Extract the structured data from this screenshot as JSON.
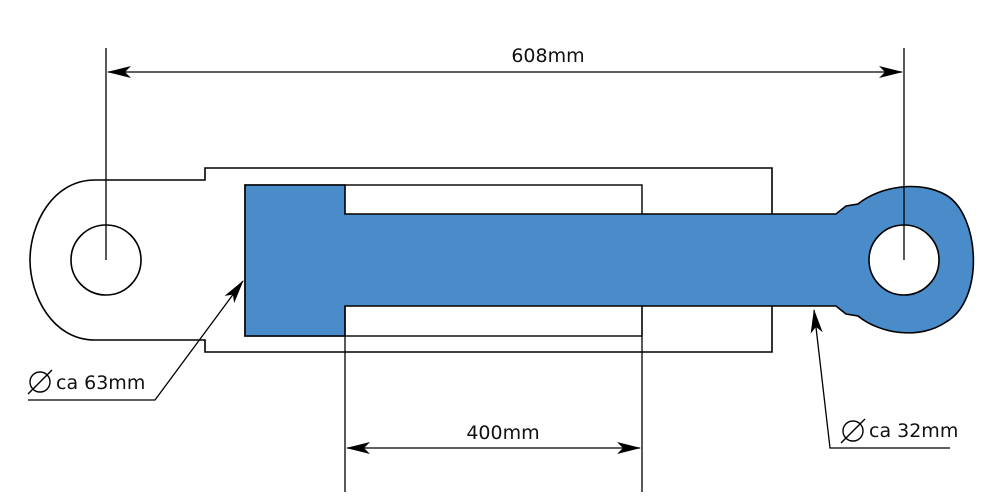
{
  "diagram": {
    "overall_length": "608mm",
    "stroke_length": "400mm",
    "cylinder_diameter": "ca 63mm",
    "rod_diameter": "ca 32mm",
    "diameter_symbol_icon": "diameter-symbol-icon"
  },
  "colors": {
    "piston_rod": "#4A8BC9",
    "outline": "#000000",
    "background": "#FFFFFF"
  }
}
